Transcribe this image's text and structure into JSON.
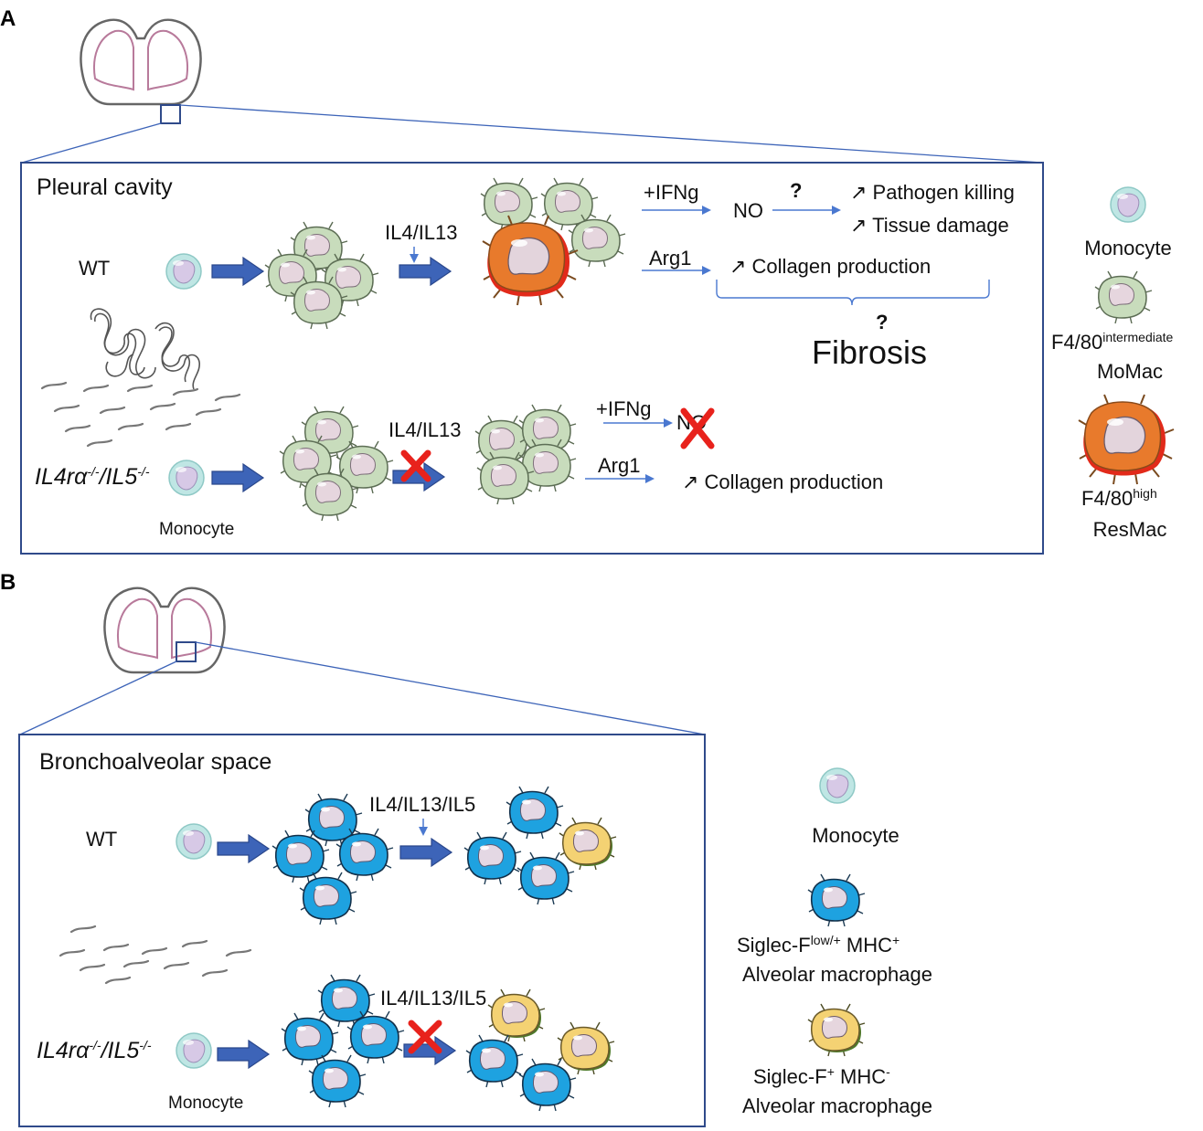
{
  "panel_a": {
    "letter": "A",
    "box_title": "Pleural cavity",
    "wt_label": "WT",
    "ko_label_parts": [
      "IL4rα",
      "-/-",
      "/IL5",
      "-/-"
    ],
    "monocyte_caption": "Monocyte",
    "wt_cytokine": "IL4/IL13",
    "ko_cytokine": "IL4/IL13",
    "wt_ifng": "+IFNg",
    "wt_no": "NO",
    "wt_q1": "?",
    "wt_pathogen": "↗ Pathogen killing",
    "wt_tissue": "↗ Tissue damage",
    "wt_arg1": "Arg1",
    "wt_collagen": "↗ Collagen production",
    "fibrosis_q": "?",
    "fibrosis": "Fibrosis",
    "ko_ifng": "+IFNg",
    "ko_no": "NO",
    "ko_arg1": "Arg1",
    "ko_collagen": "↗ Collagen production",
    "legend": {
      "monocyte": "Monocyte",
      "momac_line1": "F4/80",
      "momac_sup": "intermediate",
      "momac_line2": "MoMac",
      "resmac_line1": "F4/80",
      "resmac_sup": "high",
      "resmac_line2": "ResMac"
    }
  },
  "panel_b": {
    "letter": "B",
    "box_title": "Bronchoalveolar space",
    "wt_label": "WT",
    "ko_label_parts": [
      "IL4rα",
      "-/-",
      "/IL5",
      "-/-"
    ],
    "monocyte_caption": "Monocyte",
    "wt_cytokine": "IL4/IL13/IL5",
    "ko_cytokine": "IL4/IL13/IL5",
    "legend": {
      "monocyte": "Monocyte",
      "am1_line1": "Siglec-F",
      "am1_sup1": "low/+",
      "am1_mid": " MHC",
      "am1_sup2": "+",
      "am1_line2": "Alveolar macrophage",
      "am2_line1": "Siglec-F",
      "am2_sup1": "+",
      "am2_mid": " MHC",
      "am2_sup2": "-",
      "am2_line2": "Alveolar macrophage"
    }
  },
  "colors": {
    "frame": "#2f4a8a",
    "arrow_blue": "#3d64b8",
    "thin_arrow": "#4a78d0",
    "monocyte": "#bfe6e4",
    "nucleus": "#d7c9e6",
    "momac": "#c8dcbc",
    "momac_nucleus": "#e6d6de",
    "resmac": "#e87a2c",
    "resmac_red": "#e22a1a",
    "alveolar_blue": "#1ea2e0",
    "alveolar_yellow": "#f4d273",
    "red_x": "#e8221c",
    "lung_outline": "#666666",
    "lung_pink": "#b87a9b"
  }
}
